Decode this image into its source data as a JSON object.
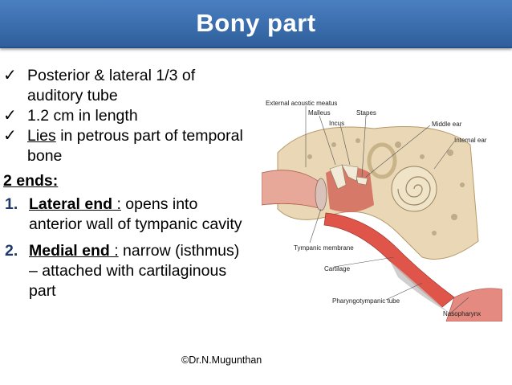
{
  "title": "Bony part",
  "bullets": [
    {
      "icon": "checkmark-icon",
      "text": "Posterior & lateral 1/3 of auditory tube"
    },
    {
      "icon": "checkmark-icon",
      "text": "1.2 cm in length"
    },
    {
      "icon": "checkmark-icon",
      "pre": "Lies",
      "text": " in petrous part of temporal bone"
    }
  ],
  "ends_heading": "2 ends:",
  "ends": [
    {
      "num": "1.",
      "label": "Lateral end",
      "colon": " :",
      "text": " opens into anterior wall of tympanic cavity"
    },
    {
      "num": "2.",
      "label": "Medial end",
      "colon": " :",
      "text": " narrow (isthmus) – attached with cartilaginous part"
    }
  ],
  "figure_labels": {
    "external_acoustic_meatus": "External acoustic meatus",
    "malleus": "Malleus",
    "incus": "Incus",
    "stapes": "Stapes",
    "middle_ear": "Middle ear",
    "internal_ear": "Internal ear",
    "tympanic_membrane": "Tympanic membrane",
    "cartilage": "Cartilage",
    "pharyngotympanic_tube": "Pharyngotympanic tube",
    "nasopharynx": "Nasopharynx"
  },
  "footer": "©Dr.N.Mugunthan",
  "colors": {
    "title_bg": "#3a6eb0",
    "title_text": "#ffffff",
    "bone": "#e9d7b5",
    "tube": "#e0554a"
  }
}
